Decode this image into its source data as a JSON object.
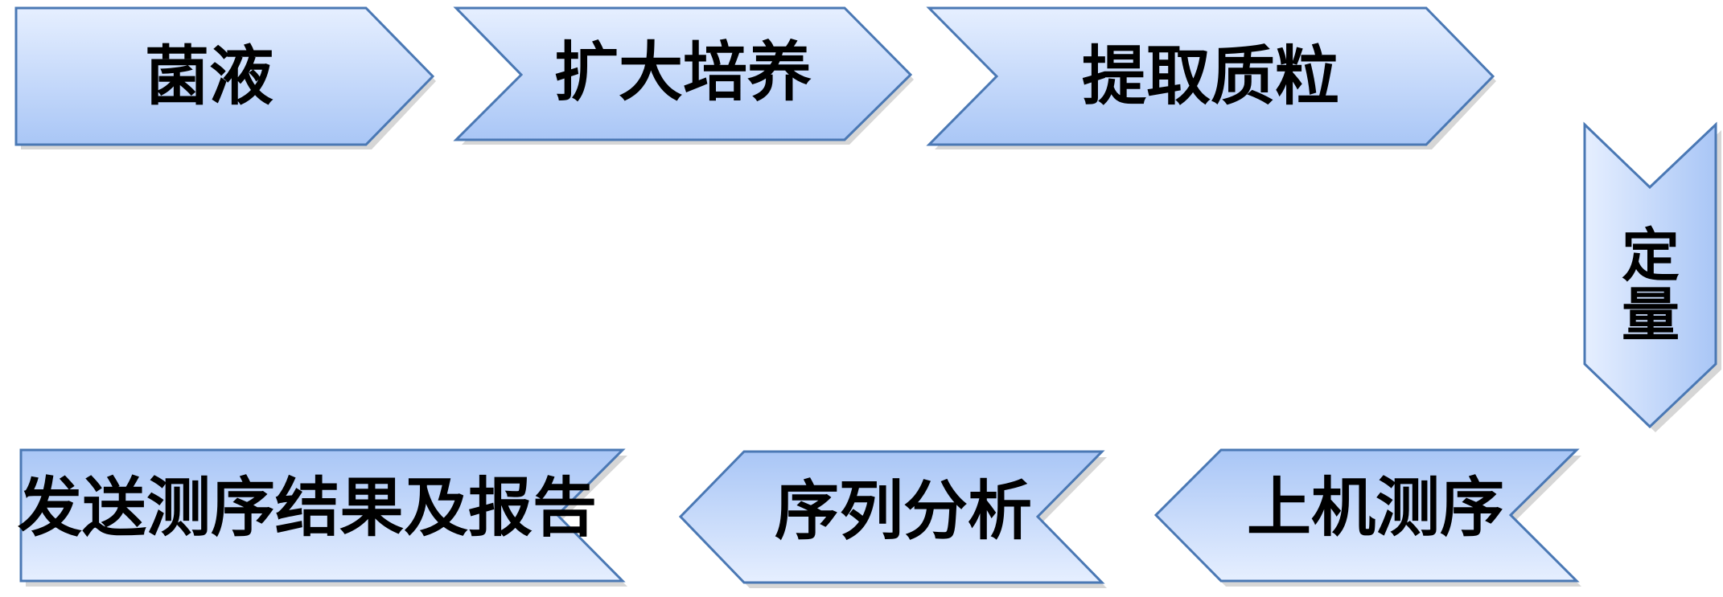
{
  "steps": [
    {
      "id": "s1",
      "label": "菌液"
    },
    {
      "id": "s2",
      "label": "扩大培养"
    },
    {
      "id": "s3",
      "label": "提取质粒"
    },
    {
      "id": "s4",
      "label": "定量"
    },
    {
      "id": "s5",
      "label": "上机测序"
    },
    {
      "id": "s6",
      "label": "序列分析"
    },
    {
      "id": "s7",
      "label": "发送测序结果及报告"
    }
  ],
  "colors": {
    "fill_light": "#e6efff",
    "fill_dark": "#a9c6f6",
    "stroke": "#4a78b4",
    "text": "#000000"
  }
}
